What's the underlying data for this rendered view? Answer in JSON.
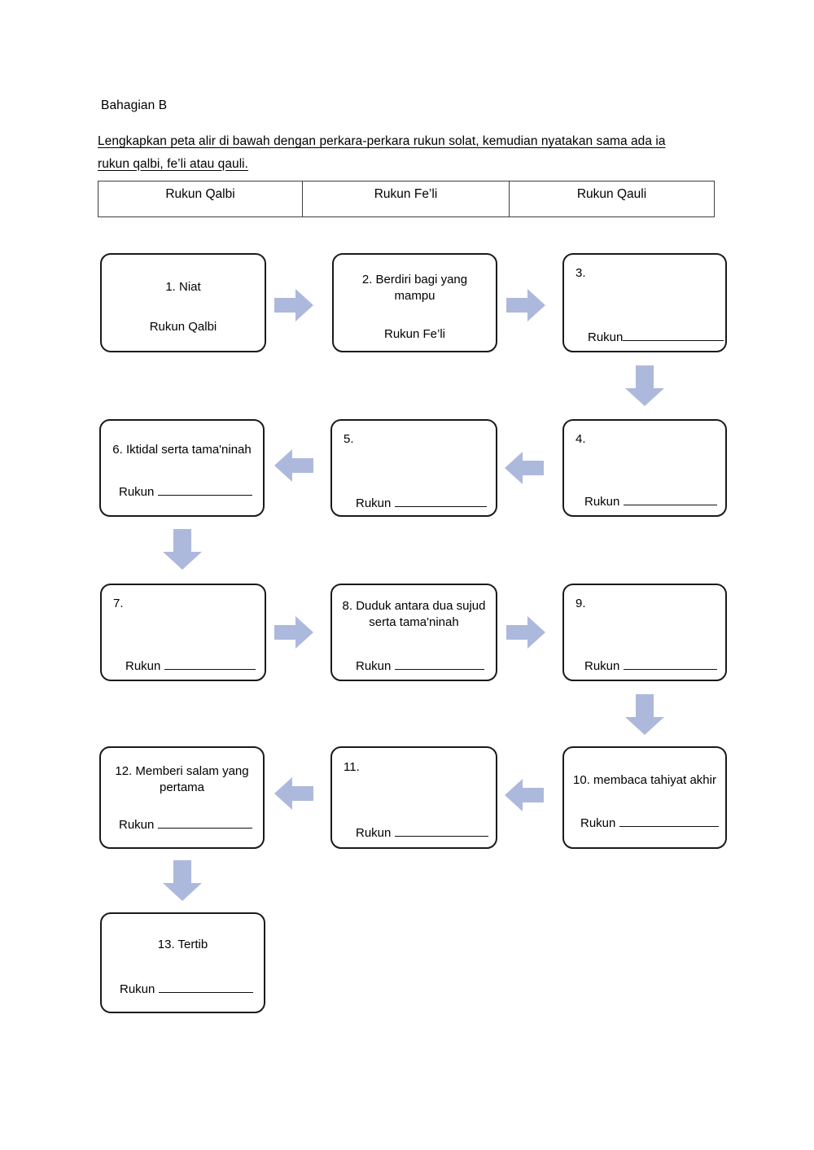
{
  "header": {
    "section_label": "Bahagian B",
    "instruction_line1": "Lengkapkan peta alir di bawah dengan perkara-perkara rukun solat, kemudian nyatakan sama ada ia",
    "instruction_line2": "rukun qalbi, fe’li atau qauli."
  },
  "category_table": {
    "columns": [
      "Rukun Qalbi",
      "Rukun Fe’li",
      "Rukun Qauli"
    ]
  },
  "flow": {
    "rukun_label": "Rukun",
    "boxes": [
      {
        "id": "box-1",
        "number": "1.",
        "title": "1. Niat",
        "title_align": "center",
        "answer_label": "Rukun Qalbi",
        "has_blank": false
      },
      {
        "id": "box-2",
        "number": "2.",
        "title": "2. Berdiri bagi yang mampu",
        "title_align": "center",
        "answer_label": "Rukun Fe’li",
        "has_blank": false
      },
      {
        "id": "box-3",
        "number": "3.",
        "title": "3.",
        "title_align": "left",
        "answer_label": "Rukun",
        "has_blank": true
      },
      {
        "id": "box-4",
        "number": "4.",
        "title": "4.",
        "title_align": "left",
        "answer_label": "Rukun",
        "has_blank": true
      },
      {
        "id": "box-5",
        "number": "5.",
        "title": "5.",
        "title_align": "left",
        "answer_label": "Rukun",
        "has_blank": true
      },
      {
        "id": "box-6",
        "number": "6.",
        "title": "6. Iktidal serta tama'ninah",
        "title_align": "center",
        "answer_label": "Rukun",
        "has_blank": true
      },
      {
        "id": "box-7",
        "number": "7.",
        "title": "7.",
        "title_align": "left",
        "answer_label": "Rukun",
        "has_blank": true
      },
      {
        "id": "box-8",
        "number": "8.",
        "title": "8. Duduk antara dua sujud serta tama'ninah",
        "title_align": "center",
        "answer_label": "Rukun",
        "has_blank": true
      },
      {
        "id": "box-9",
        "number": "9.",
        "title": "9.",
        "title_align": "left",
        "answer_label": "Rukun",
        "has_blank": true
      },
      {
        "id": "box-10",
        "number": "10.",
        "title": "10. membaca tahiyat akhir",
        "title_align": "center",
        "answer_label": "Rukun",
        "has_blank": true
      },
      {
        "id": "box-11",
        "number": "11.",
        "title": "11.",
        "title_align": "left",
        "answer_label": "Rukun",
        "has_blank": true
      },
      {
        "id": "box-12",
        "number": "12.",
        "title": "12. Memberi salam yang pertama",
        "title_align": "center",
        "answer_label": "Rukun",
        "has_blank": true
      },
      {
        "id": "box-13",
        "number": "13.",
        "title": "13. Tertib",
        "title_align": "center",
        "answer_label": "Rukun",
        "has_blank": true
      }
    ],
    "arrows": [
      {
        "id": "arrow-1-2",
        "direction": "right",
        "from": "box-1",
        "to": "box-2"
      },
      {
        "id": "arrow-2-3",
        "direction": "right",
        "from": "box-2",
        "to": "box-3"
      },
      {
        "id": "arrow-3-4",
        "direction": "down",
        "from": "box-3",
        "to": "box-4"
      },
      {
        "id": "arrow-4-5",
        "direction": "left",
        "from": "box-4",
        "to": "box-5"
      },
      {
        "id": "arrow-5-6",
        "direction": "left",
        "from": "box-5",
        "to": "box-6"
      },
      {
        "id": "arrow-6-7",
        "direction": "down",
        "from": "box-6",
        "to": "box-7"
      },
      {
        "id": "arrow-7-8",
        "direction": "right",
        "from": "box-7",
        "to": "box-8"
      },
      {
        "id": "arrow-8-9",
        "direction": "right",
        "from": "box-8",
        "to": "box-9"
      },
      {
        "id": "arrow-9-10",
        "direction": "down",
        "from": "box-9",
        "to": "box-10"
      },
      {
        "id": "arrow-10-11",
        "direction": "left",
        "from": "box-10",
        "to": "box-11"
      },
      {
        "id": "arrow-11-12",
        "direction": "left",
        "from": "box-11",
        "to": "box-12"
      },
      {
        "id": "arrow-12-13",
        "direction": "down",
        "from": "box-12",
        "to": "box-13"
      }
    ]
  },
  "colors": {
    "arrow_fill": "#adb9dc",
    "box_border": "#1a1a1a",
    "table_border": "#3f3f3f",
    "text": "#000000",
    "page_background": "#ffffff"
  }
}
